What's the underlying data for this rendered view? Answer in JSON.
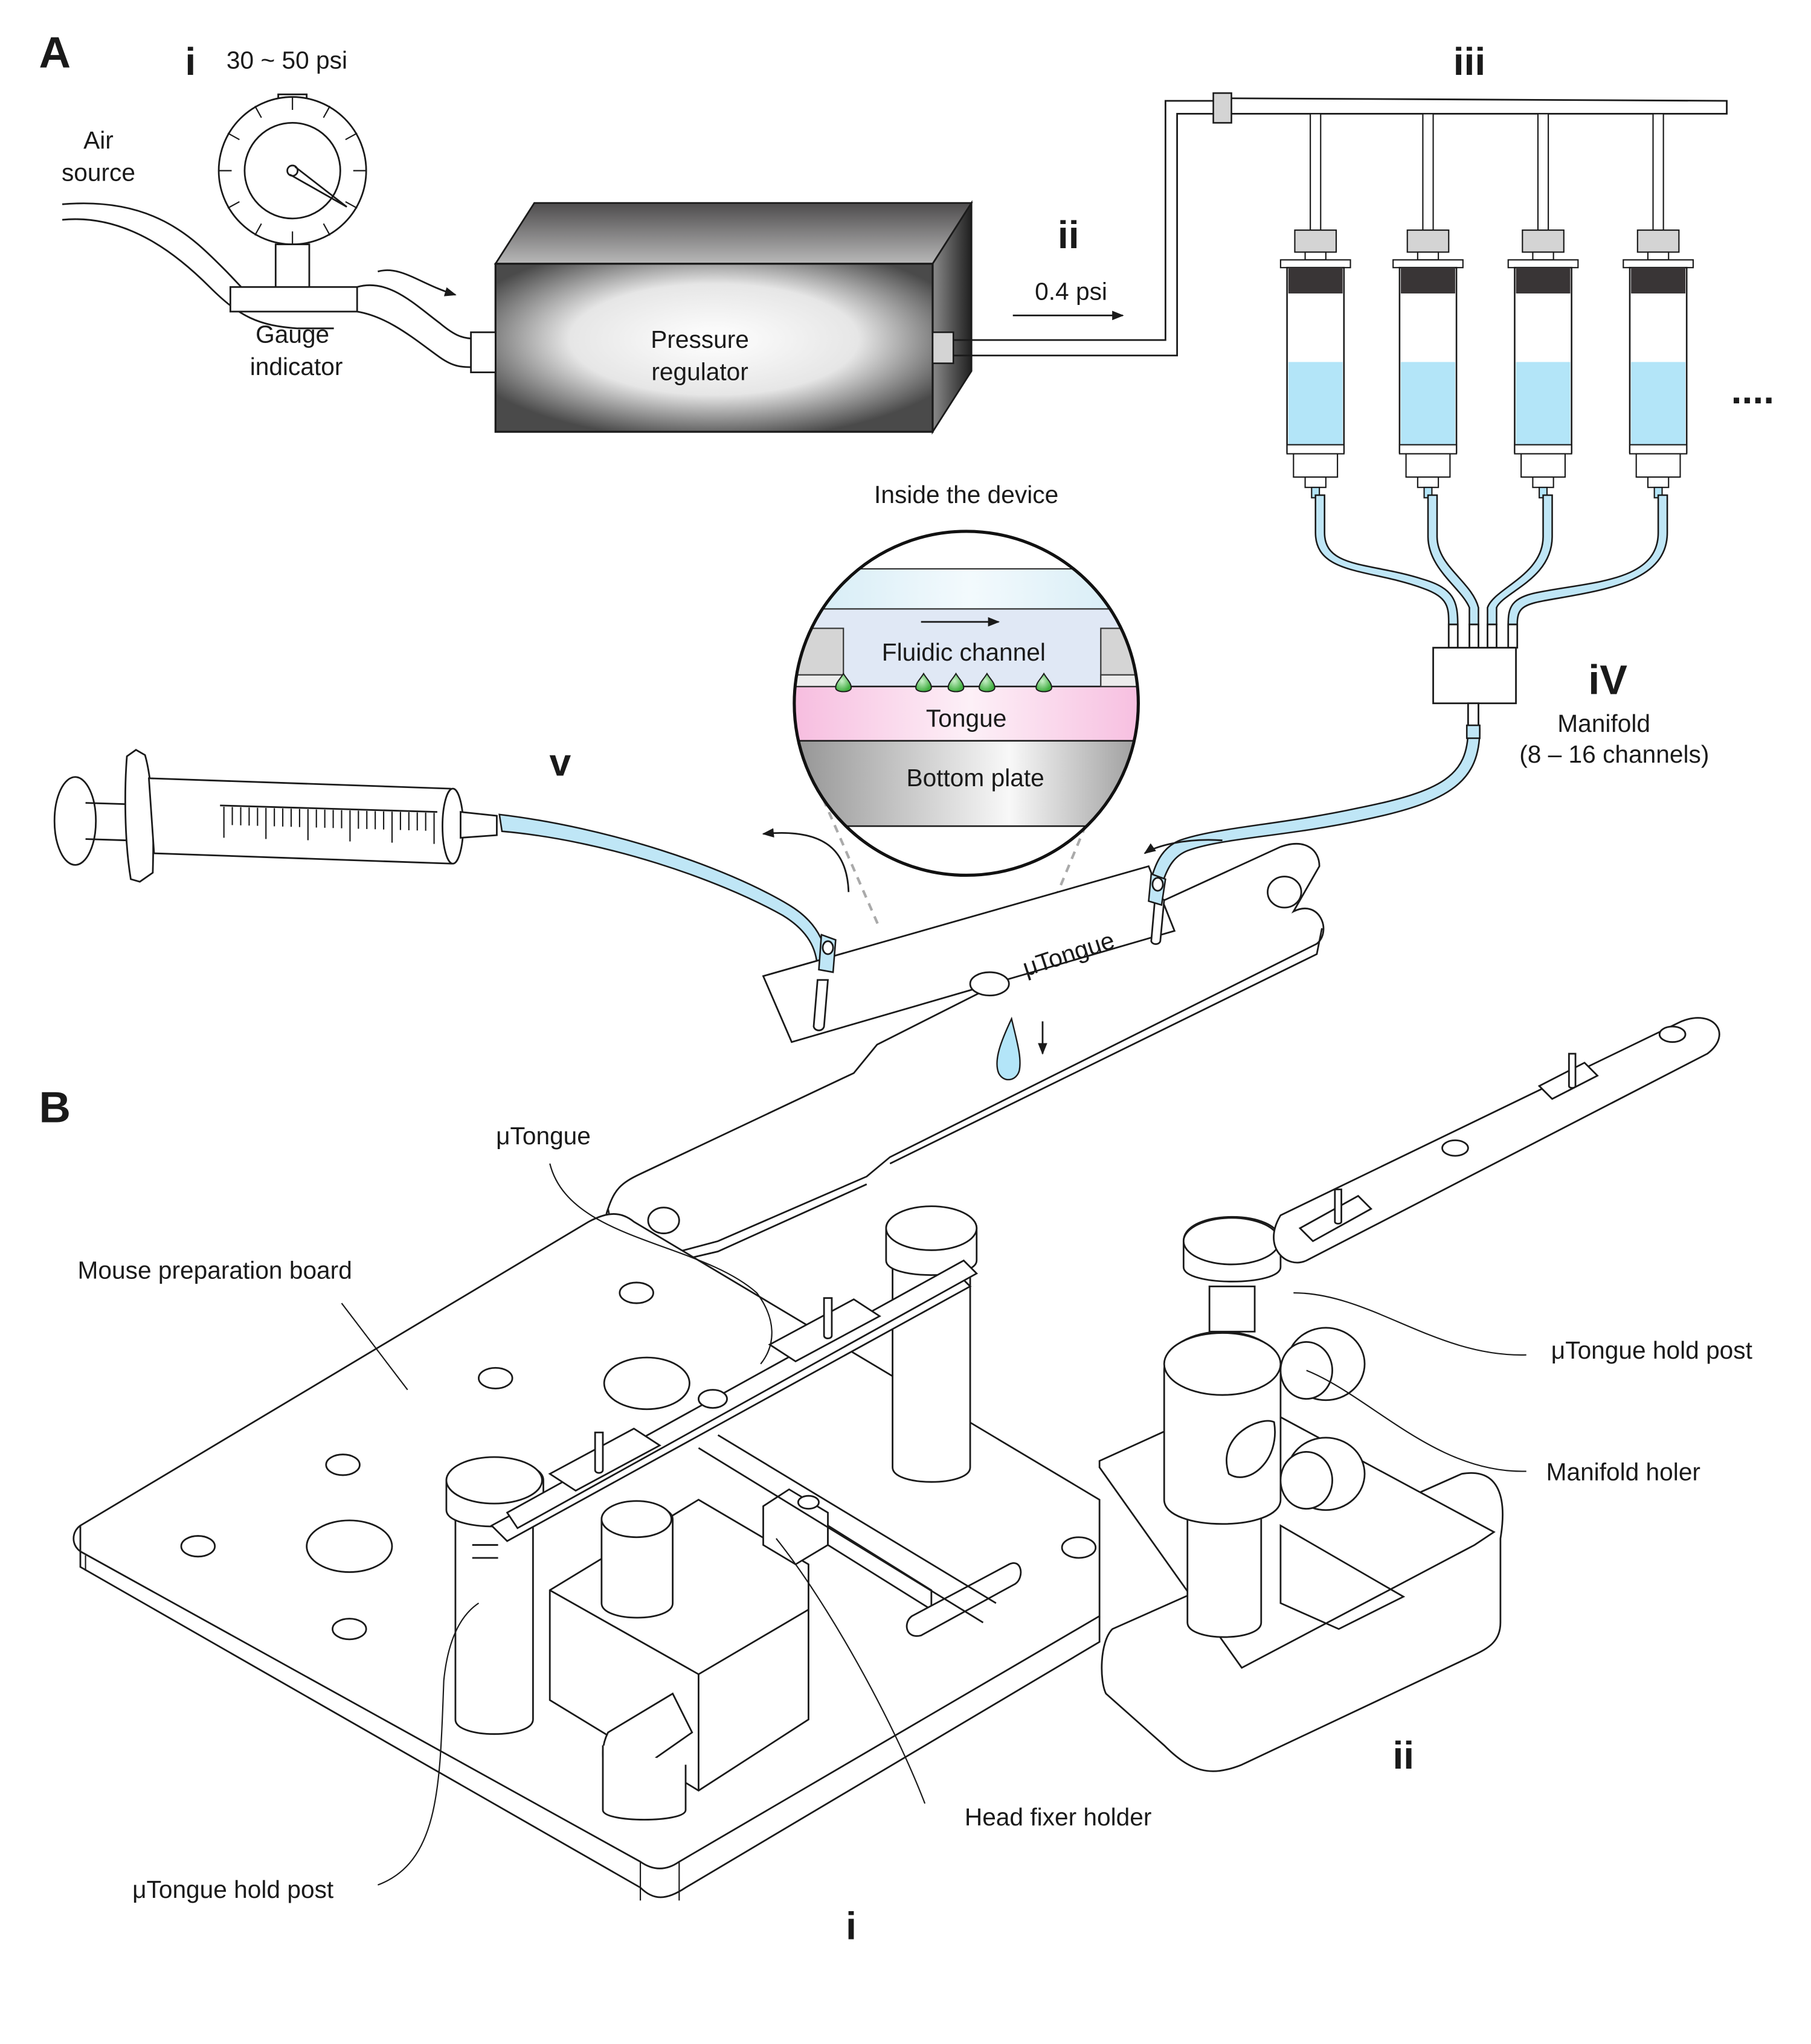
{
  "figure": {
    "panel_a": {
      "label": "A",
      "stage_i": {
        "numeral": "i",
        "pressure": "30 ~ 50 psi"
      },
      "air_source": {
        "line1": "Air",
        "line2": "source"
      },
      "gauge": {
        "line1": "Gauge",
        "line2": "indicator"
      },
      "regulator": {
        "line1": "Pressure",
        "line2": "regulator"
      },
      "stage_ii": {
        "numeral": "ii",
        "pressure": "0.4 psi"
      },
      "stage_iii": {
        "numeral": "iii",
        "more": "....",
        "reservoir_count": 4
      },
      "stage_iv": {
        "numeral": "iV",
        "line1": "Manifold",
        "line2": "(8 – 16 channels)"
      },
      "stage_v": {
        "numeral": "v"
      },
      "inset": {
        "title": "Inside the device",
        "layer_channel": "Fluidic channel",
        "layer_tongue": "Tongue",
        "layer_plate": "Bottom plate"
      },
      "device_label": "μTongue"
    },
    "panel_b": {
      "label": "B",
      "callouts": {
        "utongue": "μTongue",
        "board": "Mouse preparation board",
        "hold_post_right": "μTongue hold post",
        "manifold_holer": "Manifold holer",
        "head_fixer": "Head fixer holder",
        "hold_post_left": "μTongue hold post"
      },
      "part_i": "i",
      "part_ii": "ii"
    },
    "colors": {
      "liquid": "#b3e5f8",
      "tongue_pink": "#f7c3e2",
      "channel_blue": "#e0e8f5",
      "droplet_green": "#3fae3f",
      "fitting_gray": "#d4d4d4",
      "plunger_dark": "#393536"
    }
  }
}
